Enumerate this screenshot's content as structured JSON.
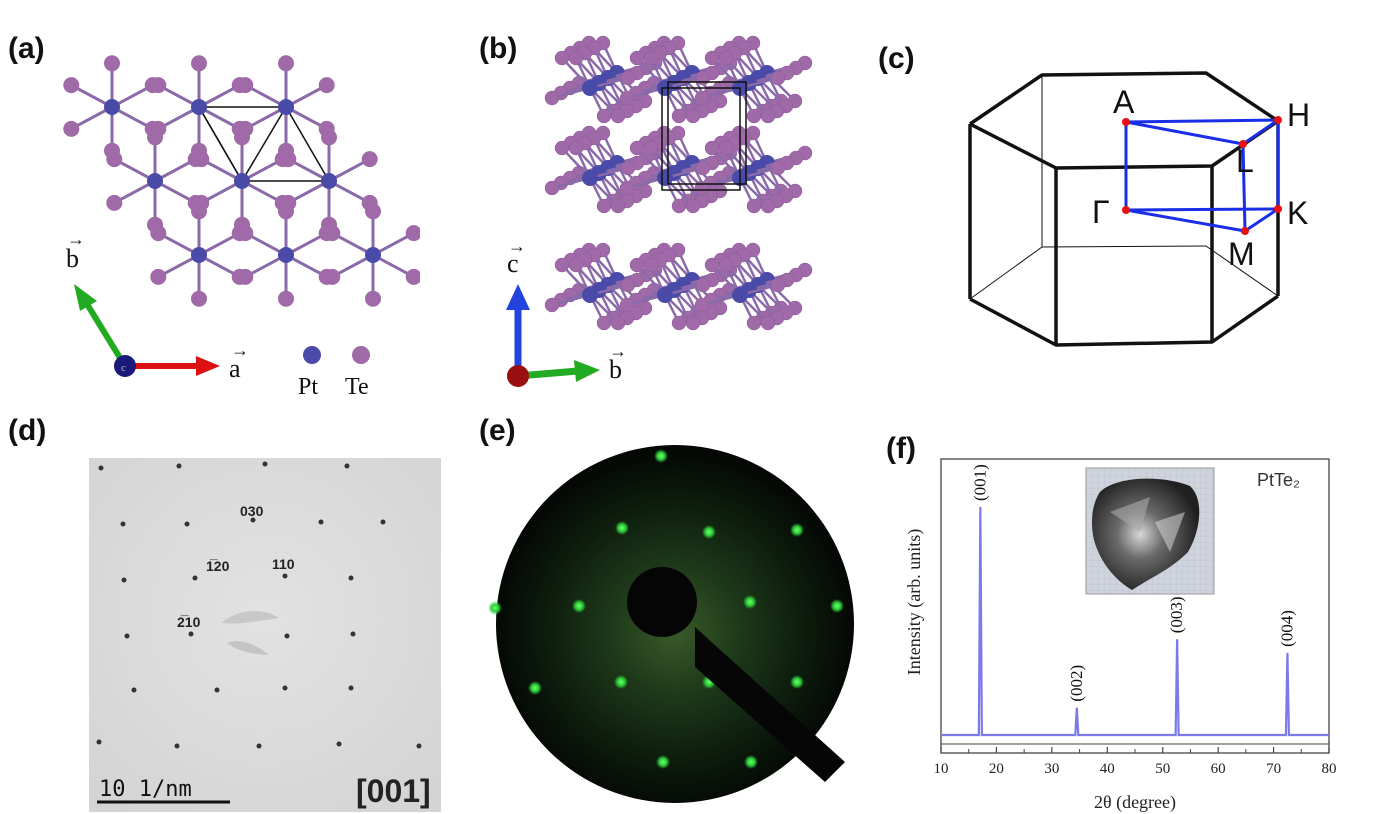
{
  "panels": {
    "a": {
      "label": "(a)",
      "axis_a": "a",
      "axis_b": "b",
      "axis_c": "c",
      "legend": [
        "Pt",
        "Te"
      ]
    },
    "b": {
      "label": "(b)",
      "axis_c": "c",
      "axis_b": "b"
    },
    "c": {
      "label": "(c)",
      "points": [
        "A",
        "H",
        "L",
        "Γ",
        "K",
        "M"
      ]
    },
    "d": {
      "label": "(d)",
      "spots": [
        "030",
        "1̅20",
        "110",
        "2̅10"
      ],
      "scale_bar": "10 1/nm",
      "zone_axis": "[001]"
    },
    "e": {
      "label": "(e)"
    },
    "f": {
      "label": "(f)"
    }
  },
  "colors": {
    "pt_atom": "#4a4aa8",
    "te_atom": "#a06aa8",
    "axis_a": "#dd1111",
    "axis_b": "#22aa22",
    "axis_c": "#2244dd",
    "bz_path": "#1a2ee8",
    "bz_point": "#e81010",
    "xrd_line": "#7a7ae8",
    "leed_spot": "#2fd03a"
  },
  "chart_data": {
    "type": "line",
    "title": "",
    "sample_label": "PtTe₂",
    "xlabel": "2θ (degree)",
    "ylabel": "Intensity (arb. units)",
    "xlim": [
      10,
      80
    ],
    "xticks": [
      10,
      20,
      30,
      40,
      50,
      60,
      70,
      80
    ],
    "peaks": [
      {
        "label": "(001)",
        "x": 17.1,
        "y": 1.0
      },
      {
        "label": "(002)",
        "x": 34.5,
        "y": 0.12
      },
      {
        "label": "(003)",
        "x": 52.6,
        "y": 0.42
      },
      {
        "label": "(004)",
        "x": 72.5,
        "y": 0.36
      }
    ]
  }
}
